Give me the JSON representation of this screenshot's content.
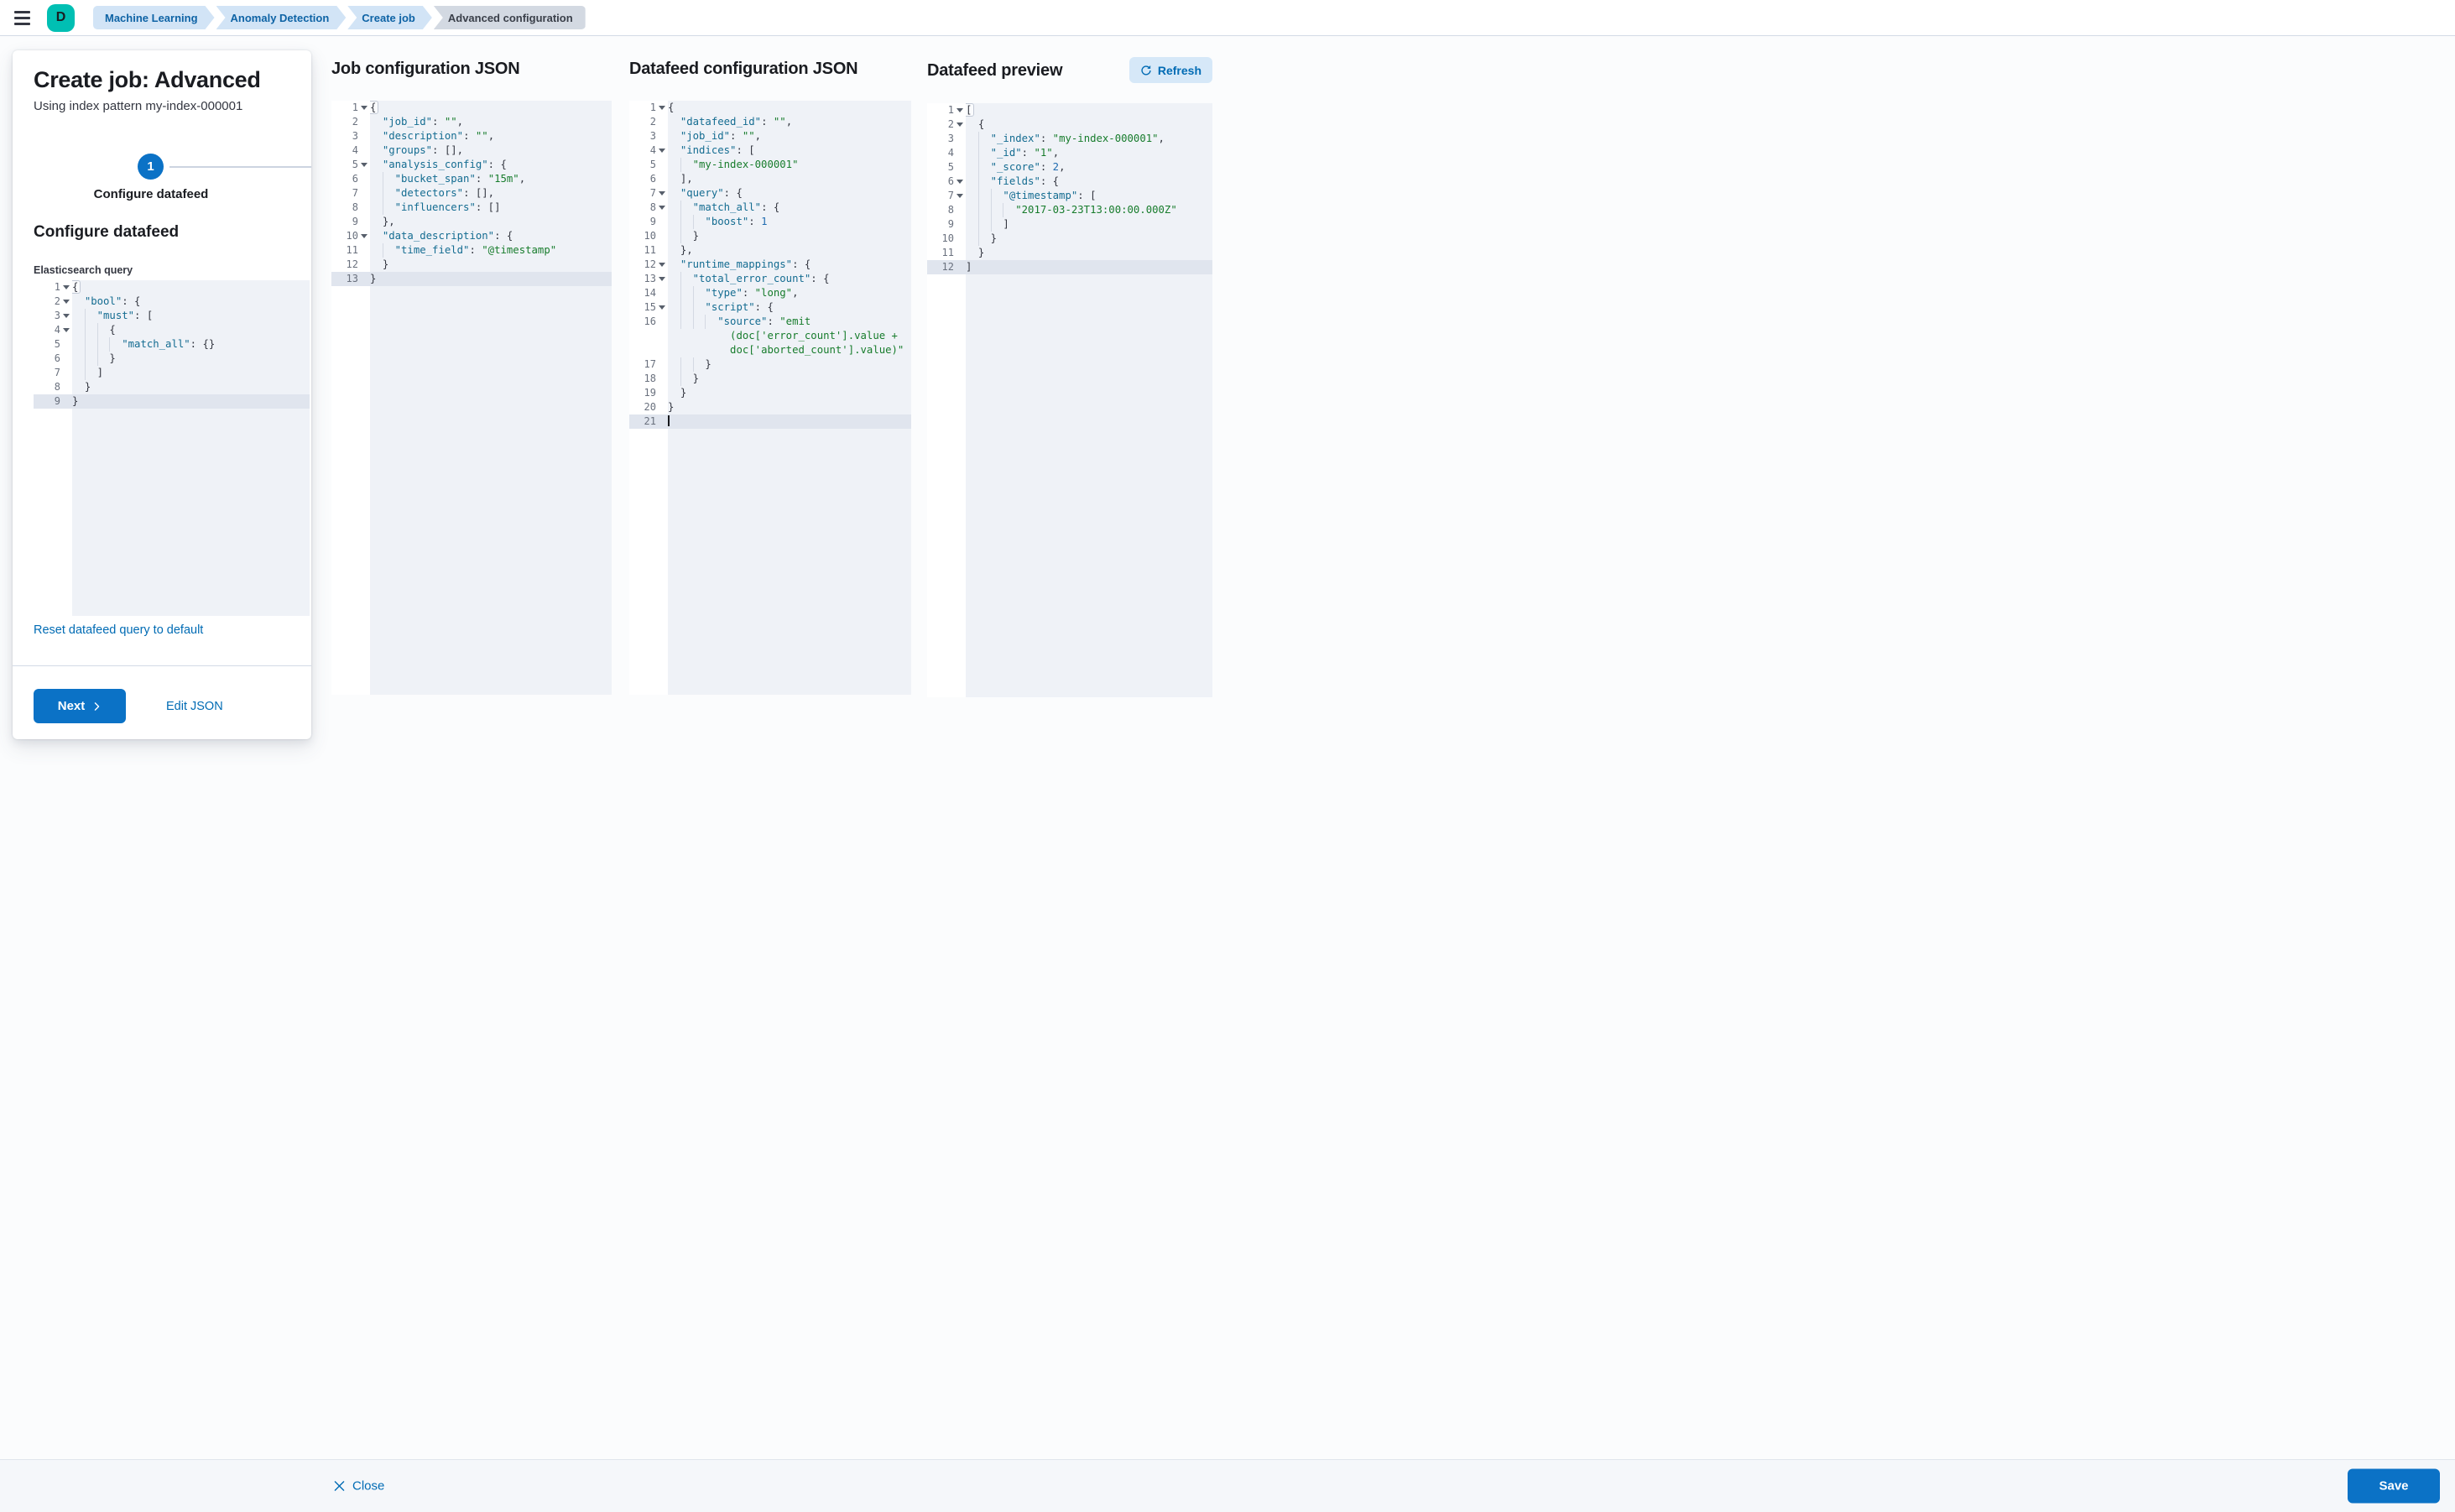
{
  "topbar": {
    "avatar_initial": "D",
    "breadcrumbs": [
      {
        "label": "Machine Learning",
        "current": false
      },
      {
        "label": "Anomaly Detection",
        "current": false
      },
      {
        "label": "Create job",
        "current": false
      },
      {
        "label": "Advanced configuration",
        "current": true
      }
    ]
  },
  "flyout": {
    "title": "Create job: Advanced",
    "subtitle": "Using index pattern my-index-000001",
    "step": {
      "number": "1",
      "label": "Configure datafeed"
    },
    "section_title": "Configure datafeed",
    "query_label": "Elasticsearch query",
    "reset_link": "Reset datafeed query to default",
    "next_button": "Next",
    "edit_json_link": "Edit JSON"
  },
  "panels": [
    {
      "title": "Job configuration JSON"
    },
    {
      "title": "Datafeed configuration JSON"
    },
    {
      "title": "Datafeed preview",
      "refresh_button": "Refresh"
    }
  ],
  "footer": {
    "close_label": "Close",
    "save_label": "Save"
  },
  "colors": {
    "accent": "#0b72c6",
    "link": "#006BB4",
    "avatar": "#00BFB3",
    "crumb-bg": "#d2e4f6",
    "crumb-txt": "#0e63a5",
    "crumb-last-bg": "#d3d9e2",
    "ed-bg": "#eff2f7",
    "ed-hl": "#e0e5ee",
    "tk-k": "#146c91",
    "tk-p": "#343741",
    "tk-s": "#177c2c",
    "tk-n": "#1f6bb0"
  },
  "editors": {
    "query": {
      "lines": [
        {
          "n": "1",
          "f": 1,
          "i": 0,
          "b": 1,
          "t": [
            [
              "p",
              "{"
            ]
          ]
        },
        {
          "n": "2",
          "f": 1,
          "i": 1,
          "t": [
            [
              "k",
              "\"bool\""
            ],
            [
              "p",
              ": {"
            ]
          ]
        },
        {
          "n": "3",
          "f": 1,
          "i": 2,
          "t": [
            [
              "k",
              "\"must\""
            ],
            [
              "p",
              ": ["
            ]
          ]
        },
        {
          "n": "4",
          "f": 1,
          "i": 3,
          "t": [
            [
              "p",
              "{"
            ]
          ]
        },
        {
          "n": "5",
          "i": 4,
          "t": [
            [
              "k",
              "\"match_all\""
            ],
            [
              "p",
              ": {}"
            ]
          ]
        },
        {
          "n": "6",
          "i": 3,
          "t": [
            [
              "p",
              "}"
            ]
          ]
        },
        {
          "n": "7",
          "i": 2,
          "t": [
            [
              "p",
              "]"
            ]
          ]
        },
        {
          "n": "8",
          "i": 1,
          "t": [
            [
              "p",
              "}"
            ]
          ]
        },
        {
          "n": "9",
          "i": 0,
          "h": 1,
          "t": [
            [
              "p",
              "}"
            ]
          ]
        }
      ]
    },
    "job": {
      "lines": [
        {
          "n": "1",
          "f": 1,
          "i": 0,
          "b": 1,
          "t": [
            [
              "p",
              "{"
            ]
          ]
        },
        {
          "n": "2",
          "i": 1,
          "t": [
            [
              "k",
              "\"job_id\""
            ],
            [
              "p",
              ": "
            ],
            [
              "s",
              "\"\""
            ],
            [
              "p",
              ","
            ]
          ]
        },
        {
          "n": "3",
          "i": 1,
          "t": [
            [
              "k",
              "\"description\""
            ],
            [
              "p",
              ": "
            ],
            [
              "s",
              "\"\""
            ],
            [
              "p",
              ","
            ]
          ]
        },
        {
          "n": "4",
          "i": 1,
          "t": [
            [
              "k",
              "\"groups\""
            ],
            [
              "p",
              ": [],"
            ]
          ]
        },
        {
          "n": "5",
          "f": 1,
          "i": 1,
          "t": [
            [
              "k",
              "\"analysis_config\""
            ],
            [
              "p",
              ": {"
            ]
          ]
        },
        {
          "n": "6",
          "i": 2,
          "t": [
            [
              "k",
              "\"bucket_span\""
            ],
            [
              "p",
              ": "
            ],
            [
              "s",
              "\"15m\""
            ],
            [
              "p",
              ","
            ]
          ]
        },
        {
          "n": "7",
          "i": 2,
          "t": [
            [
              "k",
              "\"detectors\""
            ],
            [
              "p",
              ": [],"
            ]
          ]
        },
        {
          "n": "8",
          "i": 2,
          "t": [
            [
              "k",
              "\"influencers\""
            ],
            [
              "p",
              ": []"
            ]
          ]
        },
        {
          "n": "9",
          "i": 1,
          "t": [
            [
              "p",
              "},"
            ]
          ]
        },
        {
          "n": "10",
          "f": 1,
          "i": 1,
          "t": [
            [
              "k",
              "\"data_description\""
            ],
            [
              "p",
              ": {"
            ]
          ]
        },
        {
          "n": "11",
          "i": 2,
          "t": [
            [
              "k",
              "\"time_field\""
            ],
            [
              "p",
              ": "
            ],
            [
              "s",
              "\"@timestamp\""
            ]
          ]
        },
        {
          "n": "12",
          "i": 1,
          "t": [
            [
              "p",
              "}"
            ]
          ]
        },
        {
          "n": "13",
          "i": 0,
          "h": 1,
          "t": [
            [
              "p",
              "}"
            ]
          ]
        }
      ]
    },
    "datafeed": {
      "lines": [
        {
          "n": "1",
          "f": 1,
          "i": 0,
          "t": [
            [
              "p",
              "{"
            ]
          ]
        },
        {
          "n": "2",
          "i": 1,
          "t": [
            [
              "k",
              "\"datafeed_id\""
            ],
            [
              "p",
              ": "
            ],
            [
              "s",
              "\"\""
            ],
            [
              "p",
              ","
            ]
          ]
        },
        {
          "n": "3",
          "i": 1,
          "t": [
            [
              "k",
              "\"job_id\""
            ],
            [
              "p",
              ": "
            ],
            [
              "s",
              "\"\""
            ],
            [
              "p",
              ","
            ]
          ]
        },
        {
          "n": "4",
          "f": 1,
          "i": 1,
          "t": [
            [
              "k",
              "\"indices\""
            ],
            [
              "p",
              ": ["
            ]
          ]
        },
        {
          "n": "5",
          "i": 2,
          "t": [
            [
              "s",
              "\"my-index-000001\""
            ]
          ]
        },
        {
          "n": "6",
          "i": 1,
          "t": [
            [
              "p",
              "],"
            ]
          ]
        },
        {
          "n": "7",
          "f": 1,
          "i": 1,
          "t": [
            [
              "k",
              "\"query\""
            ],
            [
              "p",
              ": {"
            ]
          ]
        },
        {
          "n": "8",
          "f": 1,
          "i": 2,
          "t": [
            [
              "k",
              "\"match_all\""
            ],
            [
              "p",
              ": {"
            ]
          ]
        },
        {
          "n": "9",
          "i": 3,
          "t": [
            [
              "k",
              "\"boost\""
            ],
            [
              "p",
              ": "
            ],
            [
              "n2",
              "1"
            ]
          ]
        },
        {
          "n": "10",
          "i": 2,
          "t": [
            [
              "p",
              "}"
            ]
          ]
        },
        {
          "n": "11",
          "i": 1,
          "t": [
            [
              "p",
              "},"
            ]
          ]
        },
        {
          "n": "12",
          "f": 1,
          "i": 1,
          "t": [
            [
              "k",
              "\"runtime_mappings\""
            ],
            [
              "p",
              ": {"
            ]
          ]
        },
        {
          "n": "13",
          "f": 1,
          "i": 2,
          "t": [
            [
              "k",
              "\"total_error_count\""
            ],
            [
              "p",
              ": {"
            ]
          ]
        },
        {
          "n": "14",
          "i": 3,
          "t": [
            [
              "k",
              "\"type\""
            ],
            [
              "p",
              ": "
            ],
            [
              "s",
              "\"long\""
            ],
            [
              "p",
              ","
            ]
          ]
        },
        {
          "n": "15",
          "f": 1,
          "i": 3,
          "t": [
            [
              "k",
              "\"script\""
            ],
            [
              "p",
              ": {"
            ]
          ]
        },
        {
          "n": "16",
          "i": 4,
          "t": [
            [
              "k",
              "\"source\""
            ],
            [
              "p",
              ": "
            ],
            [
              "s",
              "\"emit"
            ]
          ]
        },
        {
          "n": "",
          "i": 0,
          "p": 10,
          "t": [
            [
              "s",
              "(doc['error_count'].value +"
            ]
          ]
        },
        {
          "n": "",
          "i": 0,
          "p": 10,
          "t": [
            [
              "s",
              "doc['aborted_count'].value)\""
            ]
          ]
        },
        {
          "n": "17",
          "i": 3,
          "t": [
            [
              "p",
              "}"
            ]
          ]
        },
        {
          "n": "18",
          "i": 2,
          "t": [
            [
              "p",
              "}"
            ]
          ]
        },
        {
          "n": "19",
          "i": 1,
          "t": [
            [
              "p",
              "}"
            ]
          ]
        },
        {
          "n": "20",
          "i": 0,
          "t": [
            [
              "p",
              "}"
            ]
          ]
        },
        {
          "n": "21",
          "i": 0,
          "h": 1,
          "c": 1,
          "t": []
        }
      ]
    },
    "preview": {
      "lines": [
        {
          "n": "1",
          "f": 1,
          "i": 0,
          "b": 1,
          "t": [
            [
              "p",
              "["
            ]
          ]
        },
        {
          "n": "2",
          "f": 1,
          "i": 1,
          "t": [
            [
              "p",
              "{"
            ]
          ]
        },
        {
          "n": "3",
          "i": 2,
          "t": [
            [
              "k",
              "\"_index\""
            ],
            [
              "p",
              ": "
            ],
            [
              "s",
              "\"my-index-000001\""
            ],
            [
              "p",
              ","
            ]
          ]
        },
        {
          "n": "4",
          "i": 2,
          "t": [
            [
              "k",
              "\"_id\""
            ],
            [
              "p",
              ": "
            ],
            [
              "s",
              "\"1\""
            ],
            [
              "p",
              ","
            ]
          ]
        },
        {
          "n": "5",
          "i": 2,
          "t": [
            [
              "k",
              "\"_score\""
            ],
            [
              "p",
              ": "
            ],
            [
              "n2",
              "2"
            ],
            [
              "p",
              ","
            ]
          ]
        },
        {
          "n": "6",
          "f": 1,
          "i": 2,
          "t": [
            [
              "k",
              "\"fields\""
            ],
            [
              "p",
              ": {"
            ]
          ]
        },
        {
          "n": "7",
          "f": 1,
          "i": 3,
          "t": [
            [
              "k",
              "\"@timestamp\""
            ],
            [
              "p",
              ": ["
            ]
          ]
        },
        {
          "n": "8",
          "i": 4,
          "t": [
            [
              "s",
              "\"2017-03-23T13:00:00.000Z\""
            ]
          ]
        },
        {
          "n": "9",
          "i": 3,
          "t": [
            [
              "p",
              "]"
            ]
          ]
        },
        {
          "n": "10",
          "i": 2,
          "t": [
            [
              "p",
              "}"
            ]
          ]
        },
        {
          "n": "11",
          "i": 1,
          "t": [
            [
              "p",
              "}"
            ]
          ]
        },
        {
          "n": "12",
          "i": 0,
          "h": 1,
          "t": [
            [
              "p",
              "]"
            ]
          ]
        }
      ]
    }
  }
}
